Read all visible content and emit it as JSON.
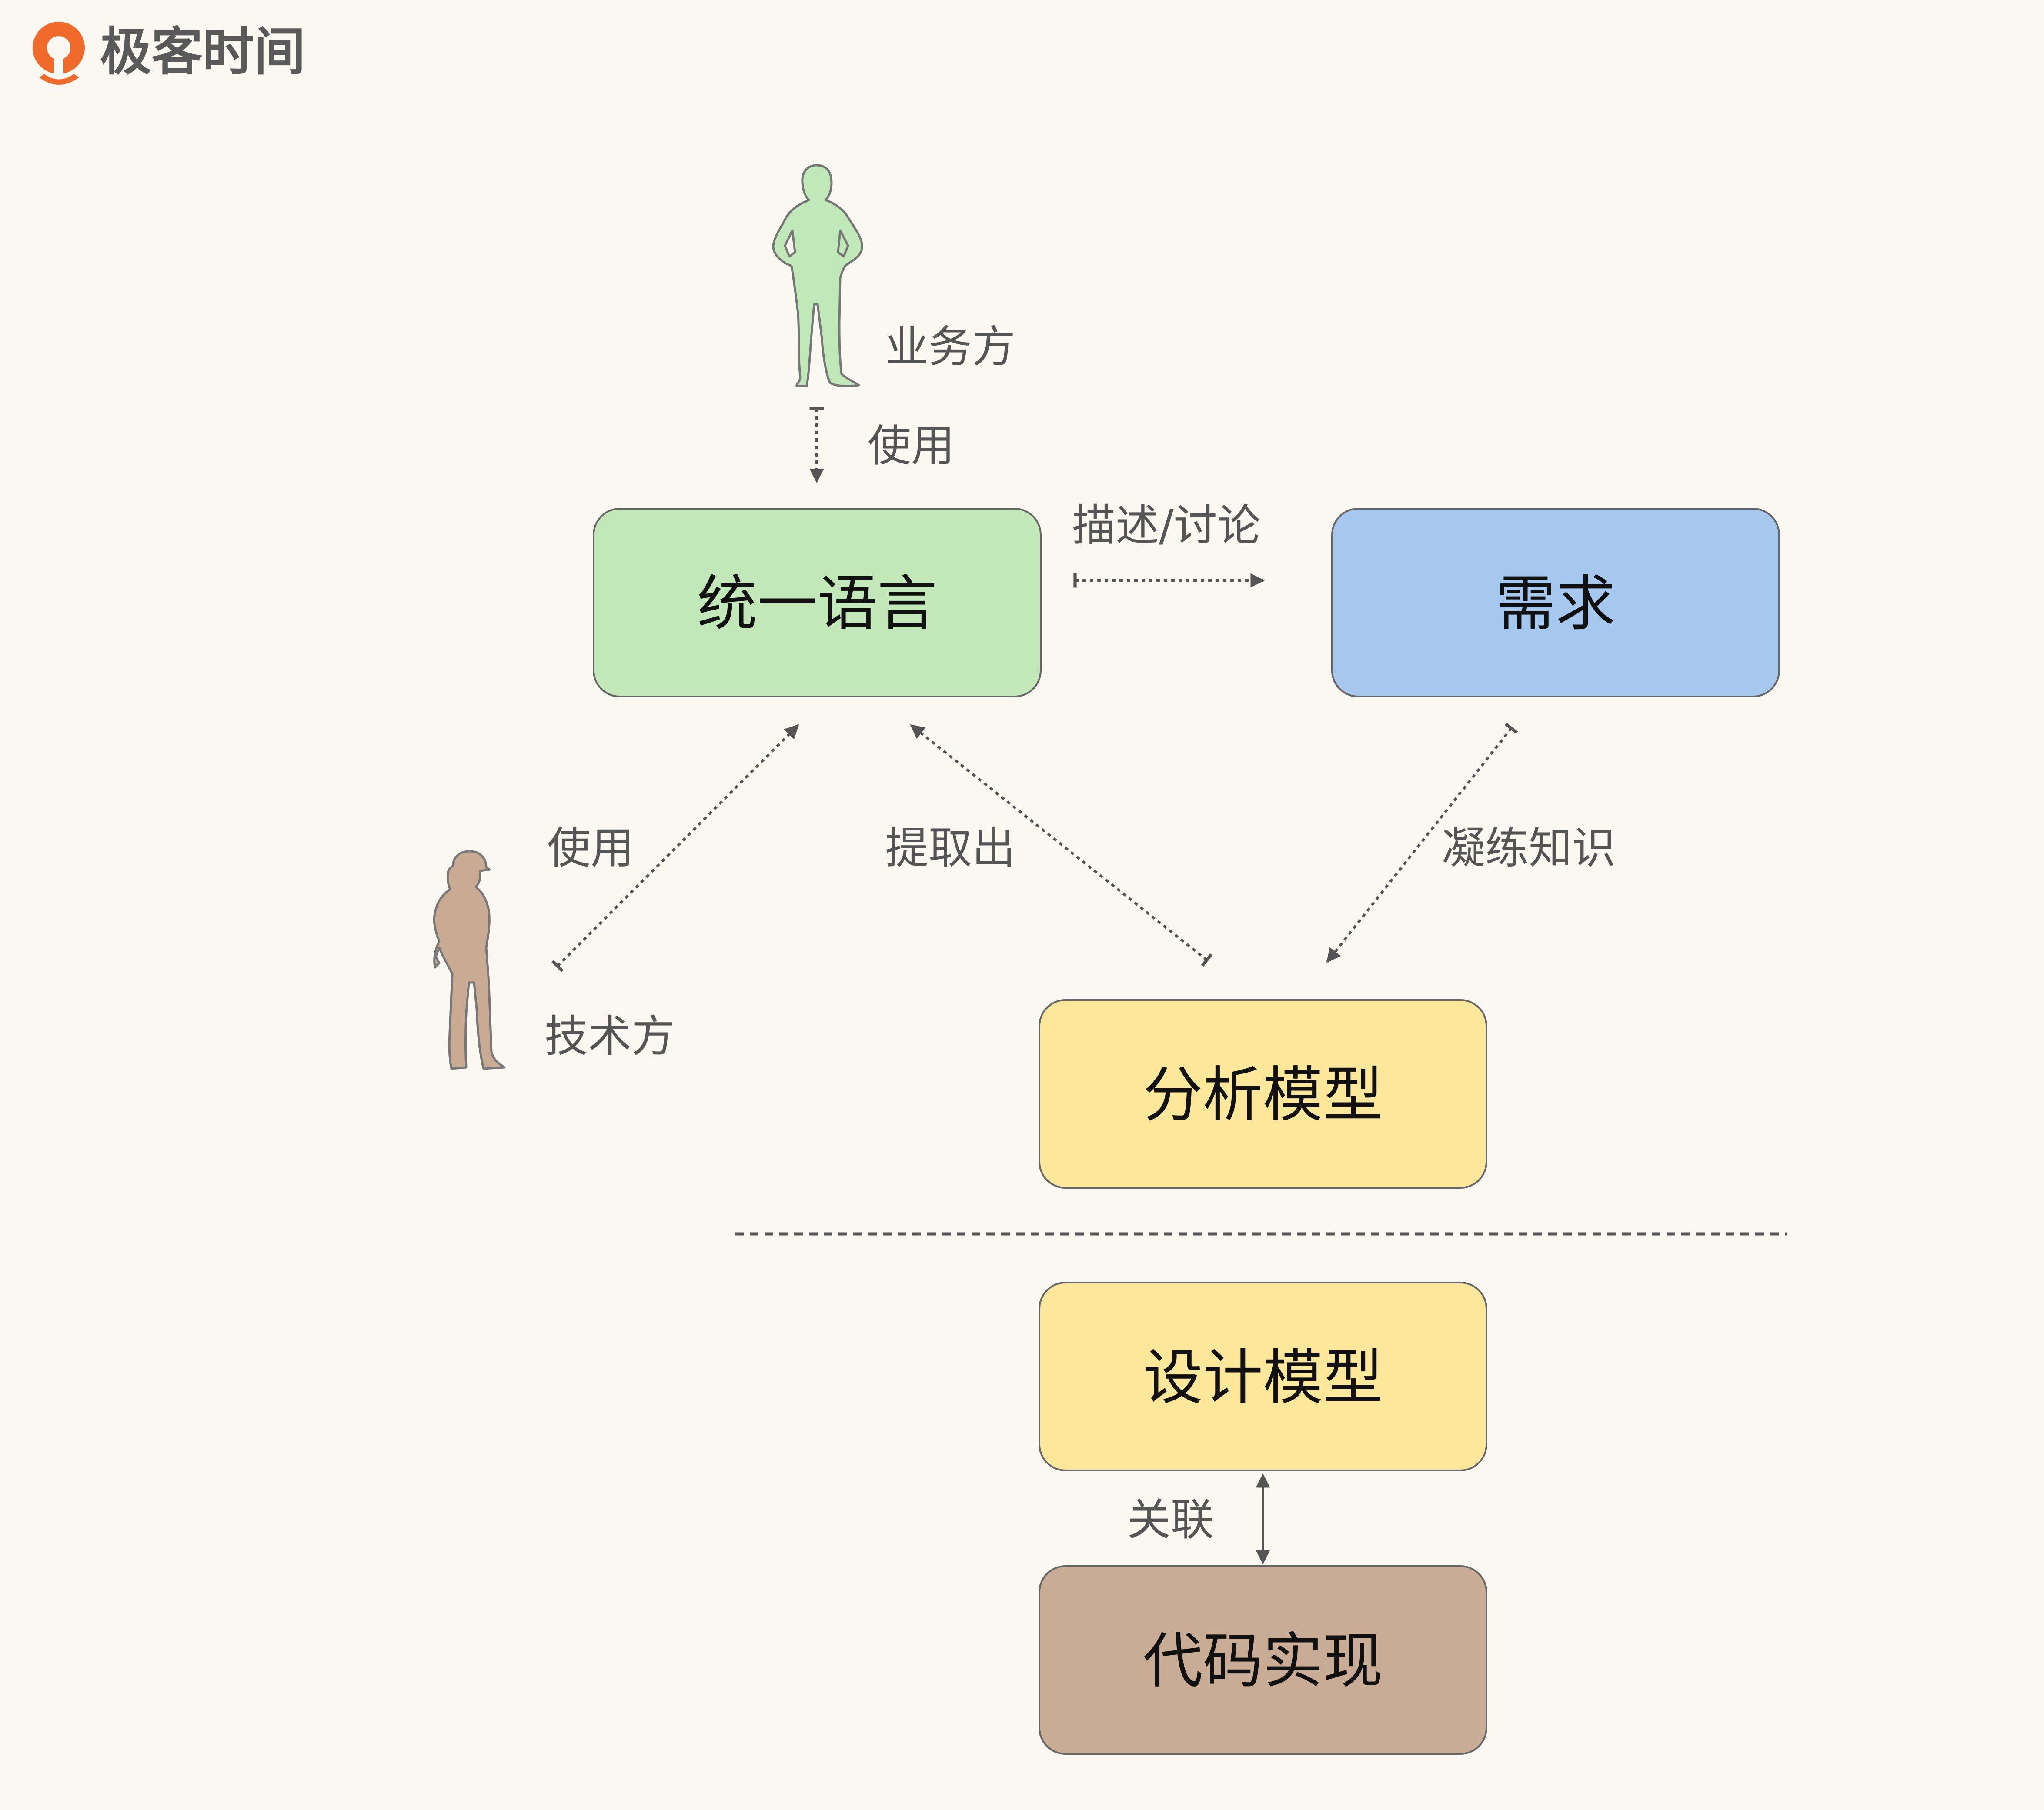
{
  "brand": {
    "name": "极客时间",
    "logo_icon": "geektime-logo-icon",
    "logo_color": "#f06a2c"
  },
  "actors": {
    "business": {
      "label": "业务方",
      "icon": "woman-silhouette-icon",
      "color": "#c1e8b8"
    },
    "technical": {
      "label": "技术方",
      "icon": "worker-silhouette-icon",
      "color": "#c9aa92"
    }
  },
  "nodes": {
    "ubiquitous_language": {
      "label": "统一语言",
      "color": "#c2e8b9"
    },
    "requirements": {
      "label": "需求",
      "color": "#a6c7ee"
    },
    "analysis_model": {
      "label": "分析模型",
      "color": "#fde79a"
    },
    "design_model": {
      "label": "设计模型",
      "color": "#fde79a"
    },
    "code_implementation": {
      "label": "代码实现",
      "color": "#c9ac96"
    }
  },
  "edges": {
    "business_uses": "使用",
    "describe_discuss": "描述/讨论",
    "technical_uses": "使用",
    "extract": "提取出",
    "distill_knowledge": "凝练知识",
    "associate": "关联"
  },
  "colors": {
    "background": "#faf8f1",
    "node_stroke": "#666666",
    "edge": "#555555"
  }
}
